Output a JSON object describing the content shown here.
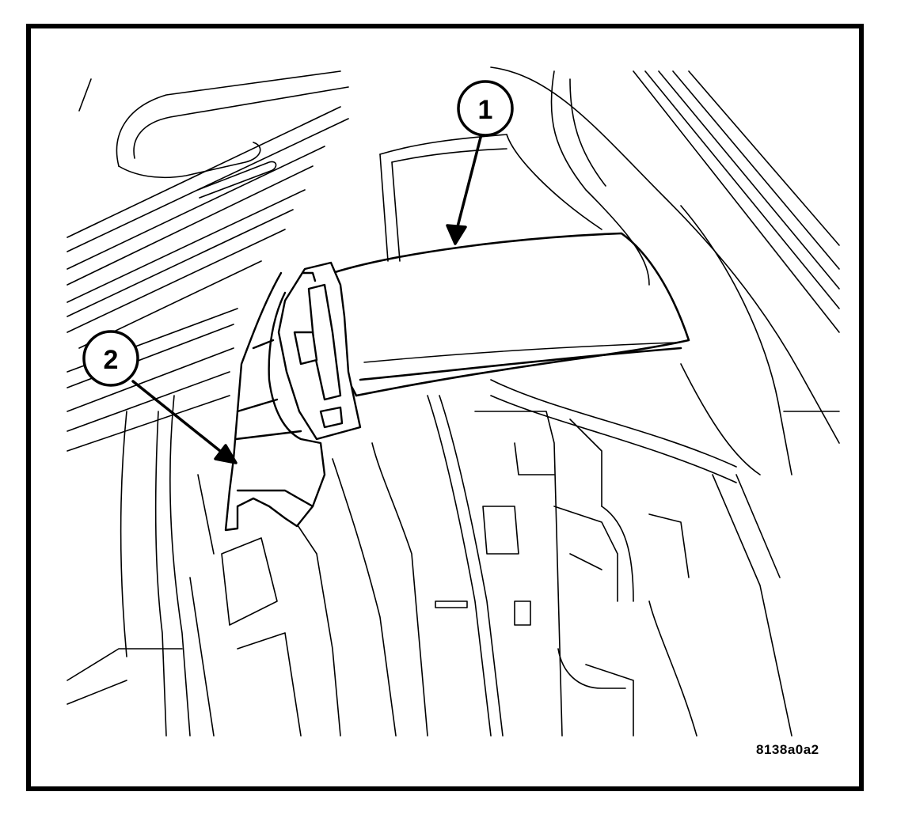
{
  "figure": {
    "id_label": "8138a0a2",
    "line_color": "#000000",
    "background": "#ffffff"
  },
  "callouts": [
    {
      "label": "1"
    },
    {
      "label": "2"
    }
  ]
}
